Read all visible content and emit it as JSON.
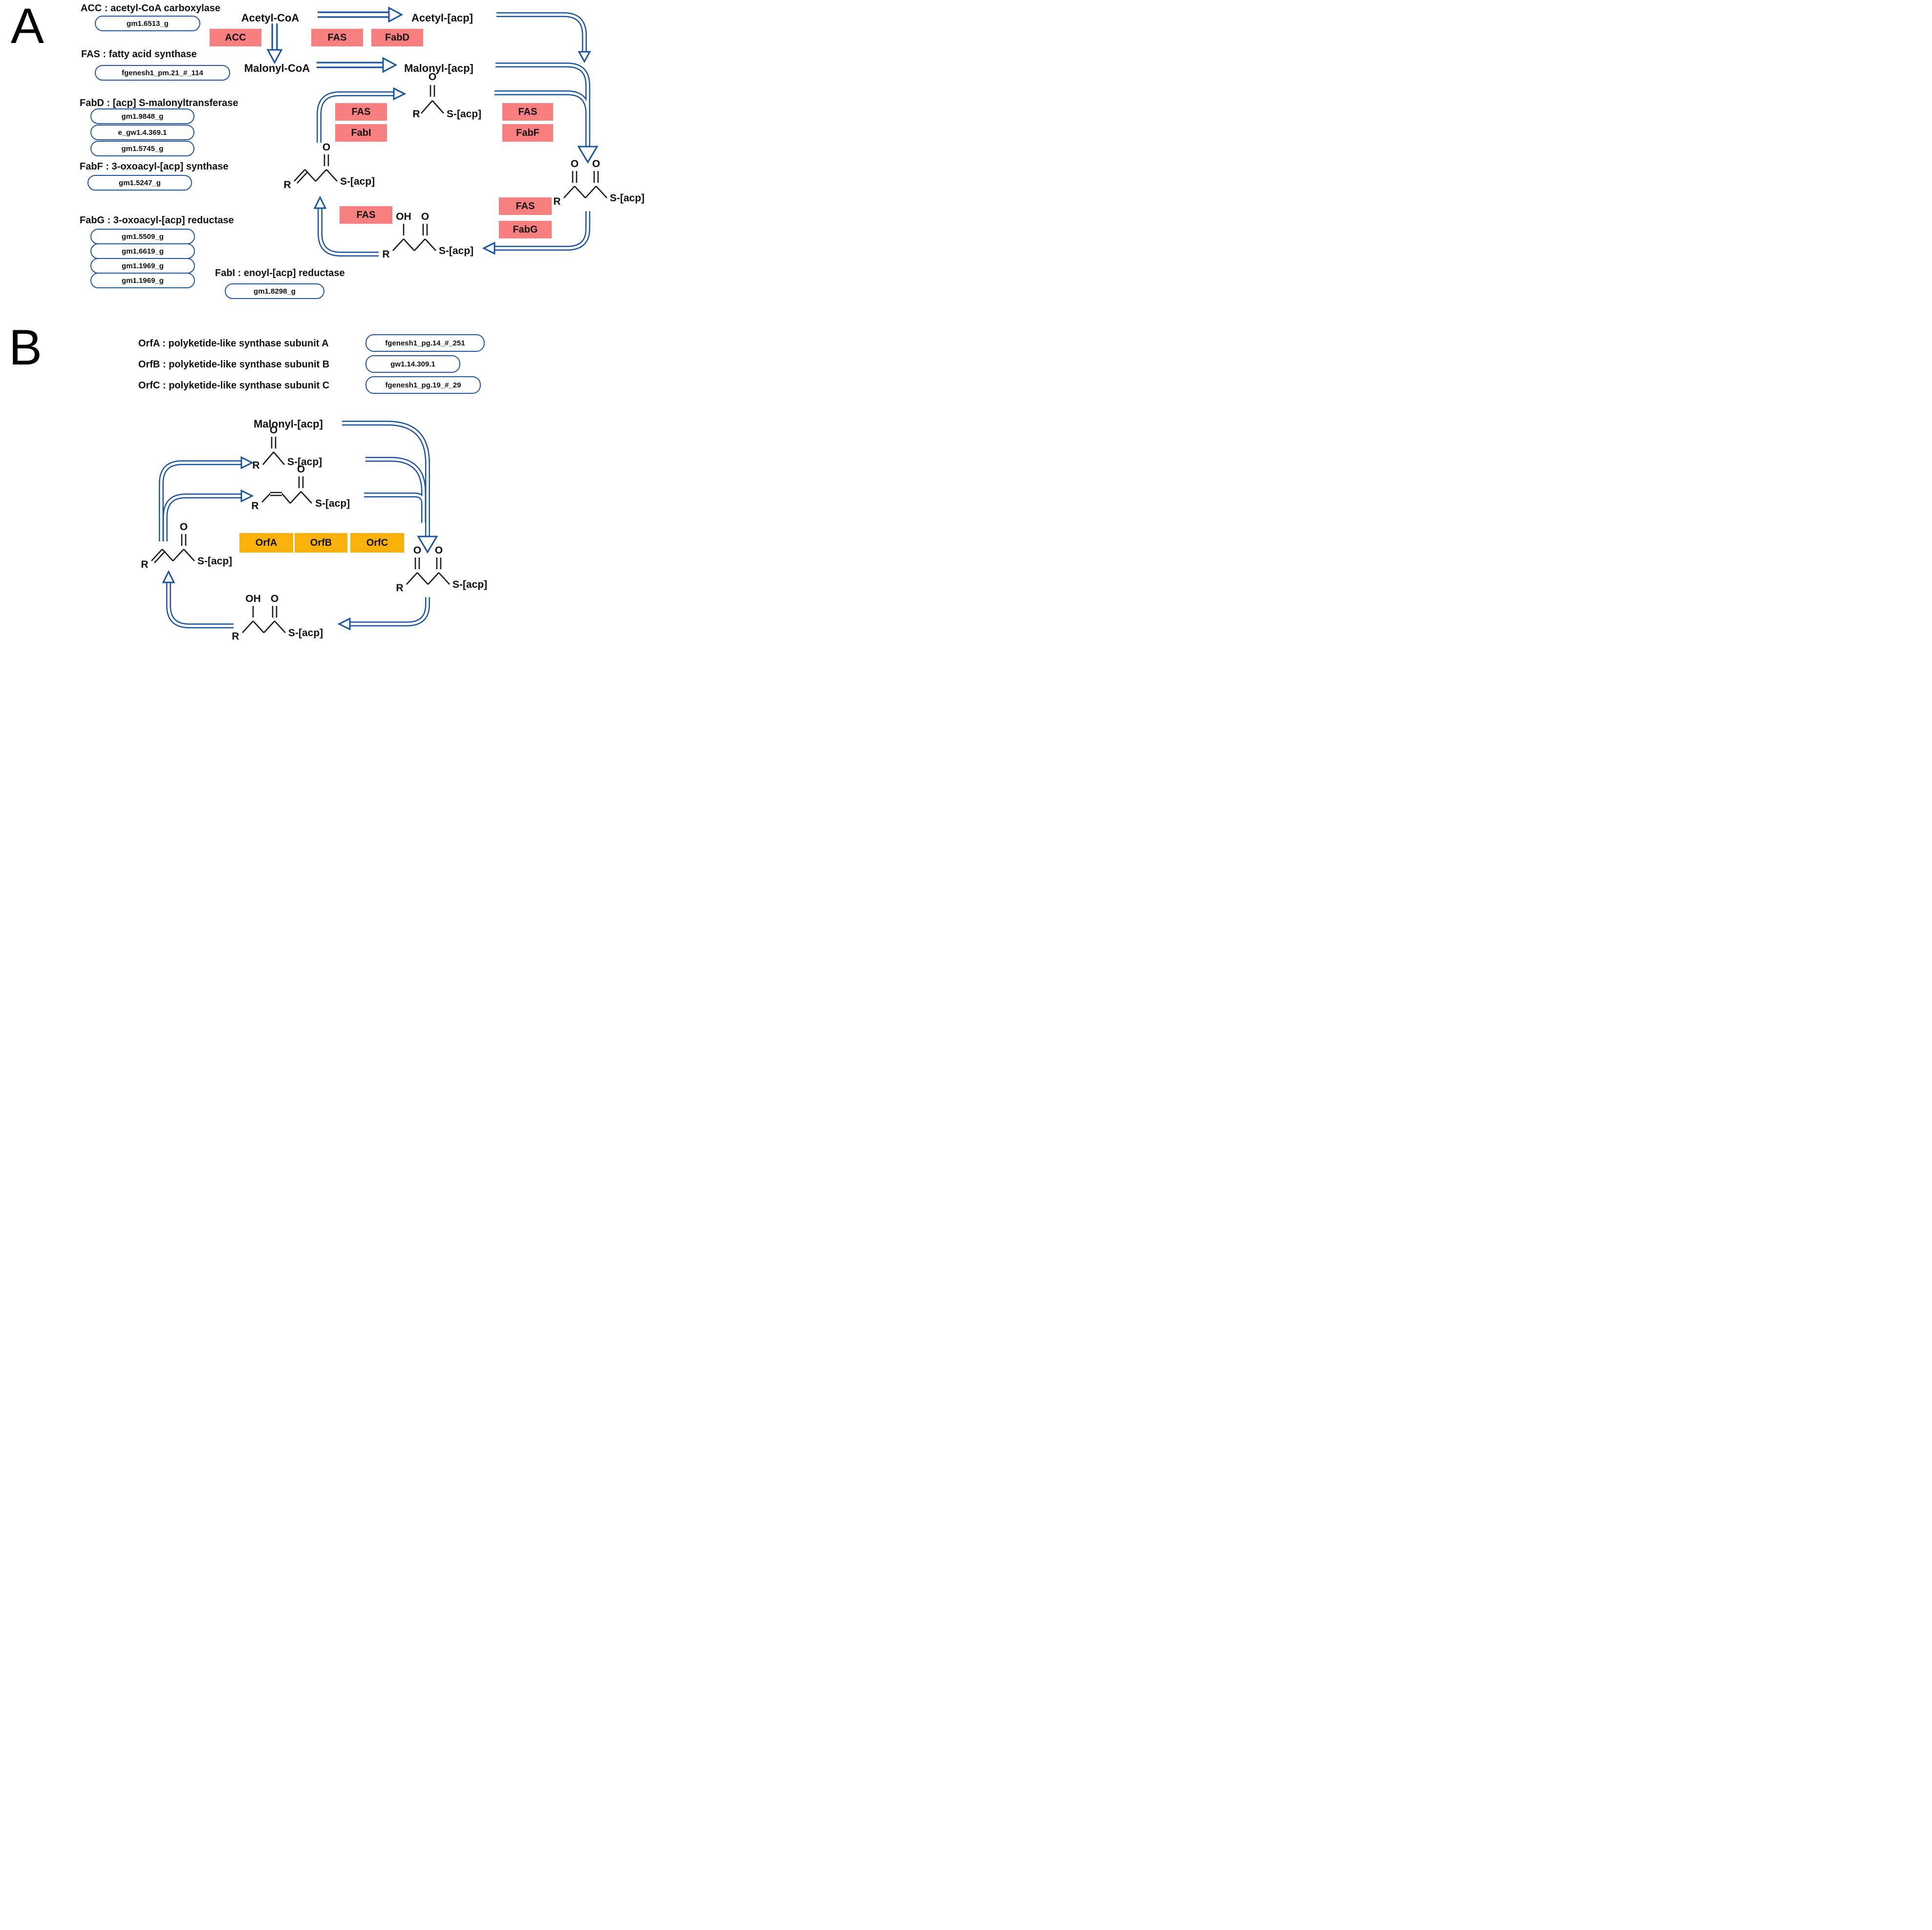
{
  "colors": {
    "arrow_blue": "#1A53A1",
    "enzyme_red": "#F87F7F",
    "enzyme_yellow": "#FBB10C",
    "pill_border": "#2355A4"
  },
  "chem": {
    "r": "R",
    "o": "O",
    "oh": "OH",
    "s_acp": "S-[acp]"
  },
  "a": {
    "label": "A",
    "legend": [
      {
        "title": "ACC : acetyl-CoA carboxylase",
        "genes": [
          "gm1.6513_g"
        ]
      },
      {
        "title": "FAS : fatty acid synthase",
        "genes": [
          "fgenesh1_pm.21_#_114"
        ]
      },
      {
        "title": "FabD : [acp] S-malonyltransferase",
        "genes": [
          "gm1.9848_g",
          "e_gw1.4.369.1",
          "gm1.5745_g"
        ]
      },
      {
        "title": "FabF : 3-oxoacyl-[acp] synthase",
        "genes": [
          "gm1.5247_g"
        ]
      },
      {
        "title": "FabG : 3-oxoacyl-[acp] reductase",
        "genes": [
          "gm1.5509_g",
          "gm1.6619_g",
          "gm1.1969_g",
          "gm1.1969_g"
        ]
      },
      {
        "title": "FabI : enoyl-[acp] reductase",
        "genes": [
          "gm1.8298_g"
        ]
      }
    ],
    "acetyl_coa": "Acetyl-CoA",
    "acetyl_acp": "Acetyl-[acp]",
    "malonyl_coa": "Malonyl-CoA",
    "malonyl_acp": "Malonyl-[acp]",
    "boxes": {
      "acc": "ACC",
      "fas1": "FAS",
      "fabd": "FabD",
      "fas2": "FAS",
      "fabi": "FabI",
      "fas3": "FAS",
      "fabf": "FabF",
      "fas4": "FAS",
      "fabg": "FabG",
      "fas5": "FAS"
    }
  },
  "b": {
    "label": "B",
    "legend": [
      {
        "title": "OrfA : polyketide-like synthase subunit A",
        "gene": "fgenesh1_pg.14_#_251"
      },
      {
        "title": "OrfB : polyketide-like synthase subunit B",
        "gene": "gw1.14.309.1"
      },
      {
        "title": "OrfC : polyketide-like synthase subunit C",
        "gene": "fgenesh1_pg.19_#_29"
      }
    ],
    "malonyl_acp": "Malonyl-[acp]",
    "boxes": {
      "orfa": "OrfA",
      "orfb": "OrfB",
      "orfc": "OrfC"
    }
  }
}
